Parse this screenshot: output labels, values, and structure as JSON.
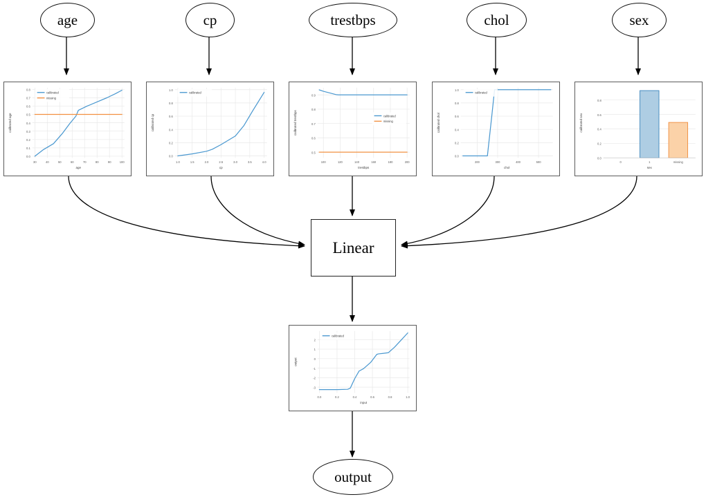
{
  "graph": {
    "input_nodes": [
      {
        "id": "age",
        "label": "age"
      },
      {
        "id": "cp",
        "label": "cp"
      },
      {
        "id": "trestbps",
        "label": "trestbps"
      },
      {
        "id": "chol",
        "label": "chol"
      },
      {
        "id": "sex",
        "label": "sex"
      }
    ],
    "linear_node": {
      "label": "Linear"
    },
    "output_node": {
      "label": "output"
    }
  },
  "colors": {
    "calibrated": "#4a98d0",
    "missing": "#f29040",
    "bar_blue_fill": "#aecde3",
    "bar_blue_edge": "#3b85bd",
    "bar_orange_fill": "#fbd2a8",
    "bar_orange_edge": "#ef8c3c",
    "grid": "#e8e8e8",
    "panel_border": "#5a5a5a",
    "node_stroke": "#111111",
    "edge_stroke": "#000000",
    "tick_text": "#5a5a5a"
  },
  "legend": {
    "calibrated": "calibrated",
    "missing": "missing"
  },
  "chart_data": [
    {
      "id": "age",
      "type": "line",
      "title": "",
      "xlabel": "age",
      "ylabel": "calibrated age",
      "xlim": [
        28,
        102
      ],
      "ylim": [
        -0.02,
        0.82
      ],
      "xticks": [
        30,
        40,
        50,
        60,
        70,
        80,
        90,
        100
      ],
      "yticks": [
        0.0,
        0.1,
        0.2,
        0.3,
        0.4,
        0.5,
        0.6,
        0.7,
        0.8
      ],
      "grid": true,
      "legend": [
        "calibrated",
        "missing"
      ],
      "legend_position": "upper-left",
      "series": [
        {
          "name": "calibrated",
          "x": [
            30,
            37,
            45,
            52,
            58,
            63,
            65,
            72,
            80,
            88,
            95,
            100
          ],
          "y": [
            0.0,
            0.08,
            0.15,
            0.27,
            0.39,
            0.48,
            0.55,
            0.6,
            0.65,
            0.7,
            0.75,
            0.79
          ]
        },
        {
          "name": "missing",
          "x": [
            30,
            100
          ],
          "y": [
            0.5,
            0.5
          ]
        }
      ]
    },
    {
      "id": "cp",
      "type": "line",
      "title": "",
      "xlabel": "cp",
      "ylabel": "calibrated cp",
      "xlim": [
        0.9,
        4.1
      ],
      "ylim": [
        -0.03,
        1.03
      ],
      "xticks": [
        1.0,
        1.5,
        2.0,
        2.5,
        3.0,
        3.5,
        4.0
      ],
      "yticks": [
        0.0,
        0.2,
        0.4,
        0.6,
        0.8,
        1.0
      ],
      "grid": true,
      "legend": [
        "calibrated"
      ],
      "legend_position": "upper-left",
      "series": [
        {
          "name": "calibrated",
          "x": [
            1.0,
            1.5,
            2.0,
            2.2,
            2.5,
            3.0,
            3.3,
            3.6,
            4.0
          ],
          "y": [
            0.0,
            0.03,
            0.07,
            0.1,
            0.17,
            0.3,
            0.46,
            0.68,
            0.96
          ]
        }
      ]
    },
    {
      "id": "trestbps",
      "type": "line",
      "title": "",
      "xlabel": "trestbps",
      "ylabel": "calibrated trestbps",
      "xlim": [
        93,
        203
      ],
      "ylim": [
        0.46,
        0.95
      ],
      "xticks": [
        100,
        120,
        140,
        160,
        180,
        200
      ],
      "yticks": [
        0.5,
        0.6,
        0.7,
        0.8,
        0.9
      ],
      "grid": true,
      "legend": [
        "calibrated",
        "missing"
      ],
      "legend_position": "center-right",
      "series": [
        {
          "name": "calibrated",
          "x": [
            95,
            100,
            115,
            118,
            140,
            170,
            200
          ],
          "y": [
            0.935,
            0.925,
            0.902,
            0.9,
            0.9,
            0.9,
            0.9
          ]
        },
        {
          "name": "missing",
          "x": [
            95,
            200
          ],
          "y": [
            0.5,
            0.5
          ]
        }
      ]
    },
    {
      "id": "chol",
      "type": "line",
      "title": "",
      "xlabel": "chol",
      "ylabel": "calibrated chol",
      "xlim": [
        120,
        570
      ],
      "ylim": [
        -0.03,
        1.03
      ],
      "xticks": [
        200,
        300,
        400,
        500
      ],
      "yticks": [
        0.0,
        0.2,
        0.4,
        0.6,
        0.8,
        1.0
      ],
      "grid": true,
      "legend": [
        "calibrated"
      ],
      "legend_position": "upper-left",
      "series": [
        {
          "name": "calibrated",
          "x": [
            130,
            240,
            250,
            272,
            285,
            400,
            560
          ],
          "y": [
            0.0,
            0.0,
            0.0,
            0.62,
            1.0,
            1.0,
            1.0
          ]
        }
      ]
    },
    {
      "id": "sex",
      "type": "bar",
      "title": "",
      "xlabel": "sex",
      "ylabel": "calibrated sex",
      "categories": [
        "0",
        "1",
        "missing"
      ],
      "values": [
        0.0,
        0.93,
        0.49
      ],
      "bar_colors": [
        "#aecde3",
        "#aecde3",
        "#fbd2a8"
      ],
      "ylim": [
        0.0,
        0.97
      ],
      "yticks": [
        0.0,
        0.2,
        0.4,
        0.6,
        0.8
      ],
      "grid": true,
      "legend": [],
      "legend_position": "none"
    },
    {
      "id": "output",
      "type": "line",
      "title": "",
      "xlabel": "input",
      "ylabel": "output",
      "xlim": [
        -0.02,
        1.02
      ],
      "ylim": [
        -3.6,
        2.9
      ],
      "xticks": [
        0.0,
        0.2,
        0.4,
        0.6,
        0.8,
        1.0
      ],
      "yticks": [
        -3,
        -2,
        -1,
        0,
        1,
        2
      ],
      "grid": true,
      "legend": [
        "calibrated"
      ],
      "legend_position": "upper-left",
      "series": [
        {
          "name": "calibrated",
          "x": [
            0.0,
            0.2,
            0.32,
            0.35,
            0.4,
            0.45,
            0.5,
            0.58,
            0.65,
            0.67,
            0.72,
            0.78,
            0.85,
            0.92,
            1.0
          ],
          "y": [
            -3.25,
            -3.25,
            -3.22,
            -3.1,
            -2.1,
            -1.3,
            -1.05,
            -0.4,
            0.45,
            0.5,
            0.55,
            0.62,
            1.2,
            1.9,
            2.7
          ]
        }
      ]
    }
  ]
}
